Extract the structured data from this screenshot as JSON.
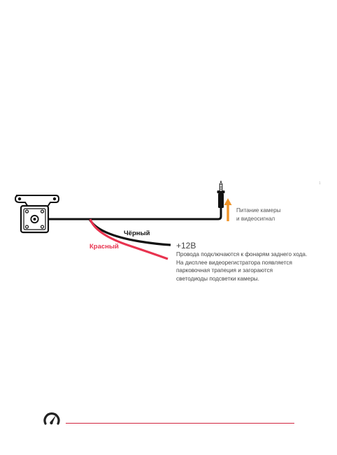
{
  "diagram": {
    "cable_labels": {
      "black": "Чёрный",
      "red": "Красный"
    },
    "power_label": {
      "line1": "Питание камеры",
      "line2": "и видеосигнал"
    },
    "voltage": "+12В",
    "description": [
      "Провода подключаются к фонарям заднего хода.",
      "На дисплее видеорегистратора появляется",
      "парковочная трапеция и загораются",
      "светодиоды подсветки камеры."
    ],
    "tick": "1"
  },
  "colors": {
    "cable_black": "#111111",
    "cable_red": "#e8334f",
    "arrow": "#f0952a",
    "accent_line": "#d2263f"
  },
  "icons": {
    "camera": "rear-camera-icon",
    "plug": "av-jack-plug-icon",
    "arrow": "arrow-up-icon",
    "logo": "speedometer-logo-icon"
  }
}
